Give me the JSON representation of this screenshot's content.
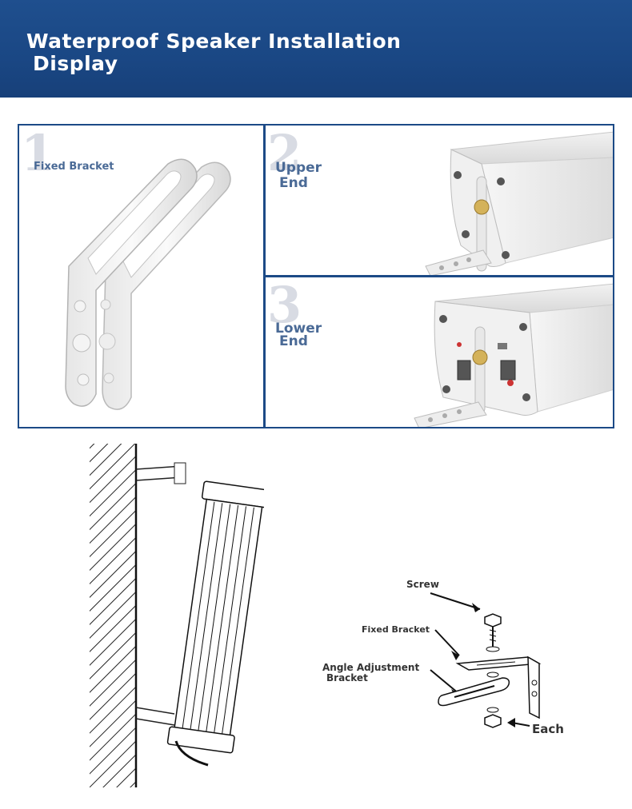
{
  "header": {
    "title_line1": "Waterproof Speaker Installation",
    "title_line2": "Display"
  },
  "panels": [
    {
      "number": "1",
      "label": "Fixed Bracket"
    },
    {
      "number": "2",
      "label_line1": "Upper",
      "label_line2": "End"
    },
    {
      "number": "3",
      "label_line1": "Lower",
      "label_line2": "End"
    }
  ],
  "diagram": {
    "screw_label": "Screw",
    "fixed_bracket_label": "Fixed Bracket",
    "angle_bracket_line1": "Angle Adjustment",
    "angle_bracket_line2": "Bracket",
    "each_label": "Each"
  },
  "colors": {
    "header_bg": "#1b4783",
    "panel_border": "#1c4a86",
    "label": "#4a6a96"
  }
}
